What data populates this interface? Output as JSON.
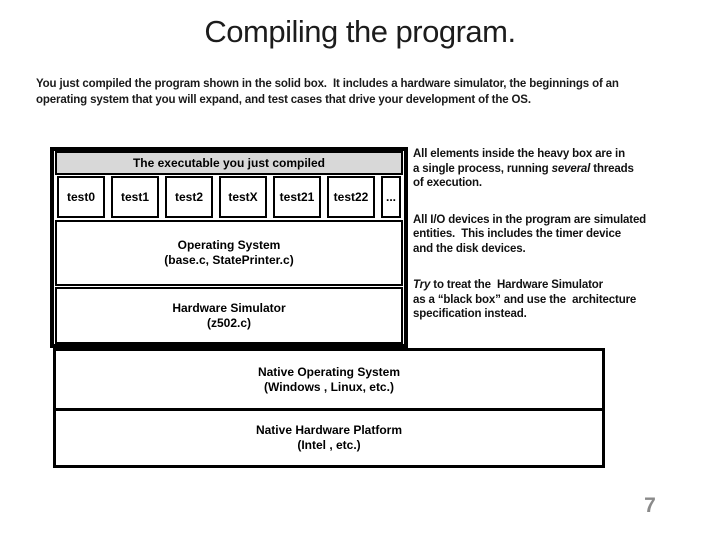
{
  "slide": {
    "title": "Compiling the program.",
    "intro_lines": {
      "line1": "You just compiled the program shown in the solid box.  It includes a hardware simulator, the beginnings of an",
      "line2": "operating system that you will expand, and test cases that drive your development of the OS."
    },
    "page_number": "7"
  },
  "diagram": {
    "executable_header": "The executable you just compiled",
    "test_cells": [
      "test0",
      "test1",
      "test2",
      "testX",
      "test21",
      "test22",
      "..."
    ],
    "os_box": {
      "line1": "Operating System",
      "line2": "(base.c, StatePrinter.c)"
    },
    "hw_box": {
      "line1": "Hardware Simulator",
      "line2": "(z502.c)"
    },
    "native_os": {
      "line1": "Native Operating System",
      "line2": "(Windows , Linux, etc.)"
    },
    "native_hw": {
      "line1": "Native Hardware Platform",
      "line2": "(Intel , etc.)"
    }
  },
  "annotations": [
    {
      "lines": [
        [
          {
            "t": "All elements inside the heavy box are in"
          }
        ],
        [
          {
            "t": "a single process, running "
          },
          {
            "t": "several",
            "i": true
          },
          {
            "t": " threads"
          }
        ],
        [
          {
            "t": "of execution."
          }
        ]
      ]
    },
    {
      "lines": [
        [
          {
            "t": "All I/O devices in the program are simulated"
          }
        ],
        [
          {
            "t": "entities.  This includes the timer device"
          }
        ],
        [
          {
            "t": "and the disk devices."
          }
        ]
      ]
    },
    {
      "lines": [
        [
          {
            "t": "Try",
            "i": true
          },
          {
            "t": " to treat the  Hardware Simulator"
          }
        ],
        [
          {
            "t": "as a “black box” and use the  architecture"
          }
        ],
        [
          {
            "t": "specification instead."
          }
        ]
      ]
    }
  ],
  "colors": {
    "background": "#ffffff",
    "border": "#000000",
    "header_fill": "#d8d8d8",
    "text": "#1a1a1a",
    "page_number_gray": "#8a8a8a"
  }
}
